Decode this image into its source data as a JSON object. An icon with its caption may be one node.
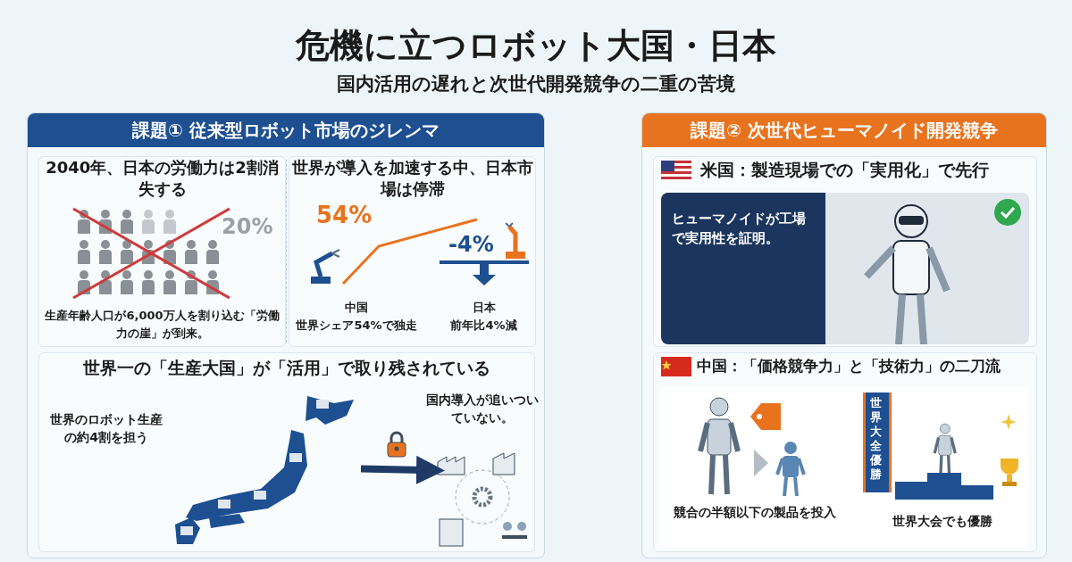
{
  "diagram": {
    "title": "危機に立つロボット大国・日本",
    "caption": "国内活用の遅れと次世代開発競争の二重の苦境",
    "nodes": [
      {
        "text": [
          "課題① 従来型ロボット市場のジレンマ"
        ]
      },
      {
        "text": [
          "2040年、日本の労働力は2割消失する",
          "生産年齢人口が6,000万人を割り込む「労働力の崖」が到来。"
        ],
        "in": 0
      },
      {
        "text": [
          "世界が導入を加速する中、日本市場は停滞"
        ],
        "in": 0
      },
      {
        "text": [
          "世界一の「生産大国」が「活用」で取り残されている"
        ],
        "in": 0
      },
      {
        "text": [],
        "shape": "picture",
        "in": 3,
        "beside": [
          "世界のロボット生産の約4割を担う"
        ]
      },
      {
        "text": [
          "国内導入が追いついていない。"
        ],
        "in": 3
      },
      {
        "text": [
          "課題② 次世代ヒューマノイド開発競争"
        ]
      },
      {
        "text": [
          "米国：製造現場での「実用化」で先行",
          "ヒューマノイドが工場で実用性を証明。"
        ],
        "in": 6
      },
      {
        "text": [
          "中国：「価格競争力」と「技術力」の二刀流",
          "競合の半額以下の製品を投入",
          "世界大会でも優勝"
        ],
        "in": 6
      }
    ],
    "edges": [
      {
        "from": 4,
        "to": 5,
        "arrow": "to"
      }
    ],
    "labels": [
      "20%",
      "54%",
      "-4%",
      "中国",
      "世界シェア54%で独走",
      "日本",
      "前年比4%減",
      "世界大全優勝"
    ]
  }
}
